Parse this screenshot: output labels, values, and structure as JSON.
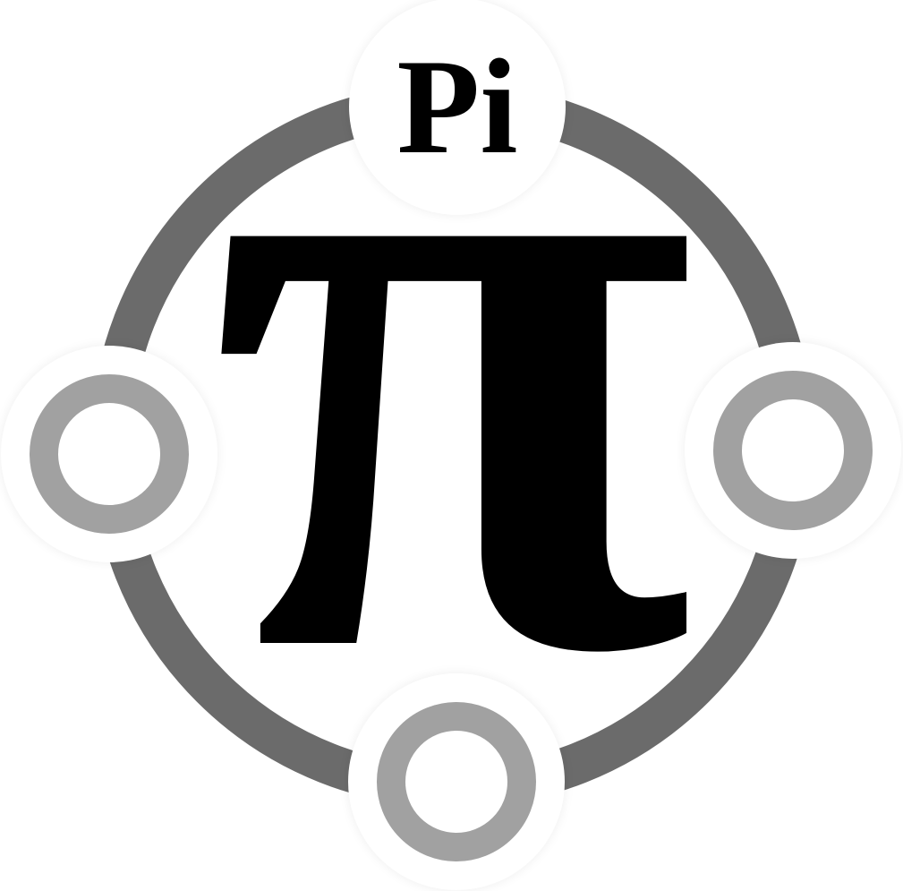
{
  "logo": {
    "name": "pi-orbit-logo",
    "brand_label": "Pi",
    "pi_symbol": "π",
    "colors": {
      "background": "#ffffff",
      "orbit_ring": "#6b6b6b",
      "node_ring": "#a1a1a1",
      "node_fill": "#ffffff",
      "text_and_symbol": "#000000"
    },
    "nodes": [
      {
        "position": "top",
        "type": "label-node",
        "label": "Pi"
      },
      {
        "position": "left",
        "type": "ring-node",
        "icon": "donut-ring-icon"
      },
      {
        "position": "right",
        "type": "ring-node",
        "icon": "donut-ring-icon"
      },
      {
        "position": "bottom",
        "type": "ring-node",
        "icon": "donut-ring-icon"
      }
    ]
  }
}
